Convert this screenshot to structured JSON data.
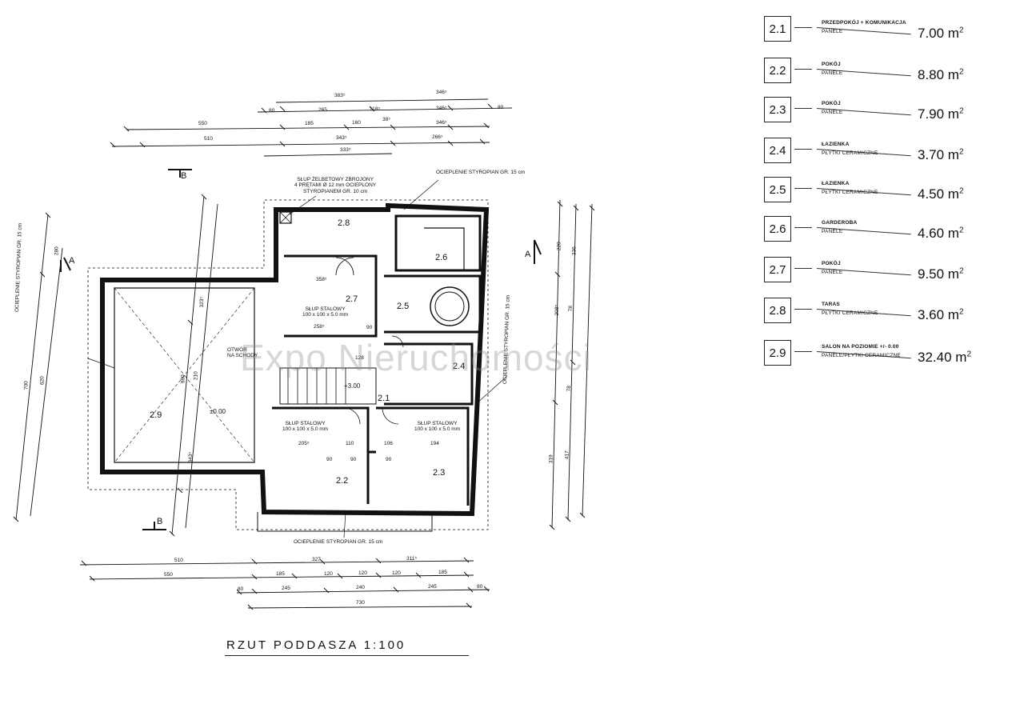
{
  "title": "RZUT PODDASZA 1:100",
  "watermark": "Expo Nieruchomości",
  "rooms": [
    {
      "num": "2.1",
      "name": "PRZEDPOKÓJ + KOMUNIKACJA",
      "floor": "PANELE",
      "area": "7.00 m",
      "unit_sup": "2"
    },
    {
      "num": "2.2",
      "name": "POKÓJ",
      "floor": "PANELE",
      "area": "8.80 m",
      "unit_sup": "2"
    },
    {
      "num": "2.3",
      "name": "POKÓJ",
      "floor": "PANELE",
      "area": "7.90 m",
      "unit_sup": "2"
    },
    {
      "num": "2.4",
      "name": "ŁAZIENKA",
      "floor": "PŁYTKI CERAMICZNE",
      "area": "3.70 m",
      "unit_sup": "2"
    },
    {
      "num": "2.5",
      "name": "ŁAZIENKA",
      "floor": "PŁYTKI CERAMICZNE",
      "area": "4.50 m",
      "unit_sup": "2"
    },
    {
      "num": "2.6",
      "name": "GARDEROBA",
      "floor": "PANELE",
      "area": "4.60 m",
      "unit_sup": "2"
    },
    {
      "num": "2.7",
      "name": "POKÓJ",
      "floor": "PANELE",
      "area": "9.50 m",
      "unit_sup": "2"
    },
    {
      "num": "2.8",
      "name": "TARAS",
      "floor": "PŁYTKI CERAMICZNE",
      "area": "3.60 m",
      "unit_sup": "2"
    },
    {
      "num": "2.9",
      "name": "SALON NA POZIOMIE +/- 0.00",
      "floor": "PANELE/PŁYTKI CERAMICZNE",
      "area": "32.40 m",
      "unit_sup": "2"
    }
  ],
  "annotations": {
    "column_concrete": "SŁUP ŻELBETOWY ZBROJONY\n4 PRĘTAMI Ø 12 mm OCIEPLONY\nSTYROPIANEM GR. 10 cm",
    "insulation_top": "OCIEPLENIE STYROPIAN GR. 15 cm",
    "insulation_bottom": "OCIEPLENIE STYROPIAN GR. 15 cm",
    "insulation_left": "OCIEPLENIE STYROPIAN GR. 15 cm",
    "insulation_right": "OCIEPLENIE STYROPIAN GR. 15 cm",
    "steel_column_1": "SŁUP STALOWY\n100 x 100 x 5.0 mm",
    "steel_column_2": "SŁUP STALOWY\n100 x 100 x 5.0 mm",
    "steel_column_3": "SŁUP STALOWY\n100 x 100 x 5.0 mm",
    "opening": "OTWÓR\nNA SCHODY",
    "level": "+3.00",
    "level_salon": "±0.00"
  },
  "plan_labels": [
    "2.8",
    "2.6",
    "2.7",
    "2.5",
    "2.4",
    "2.1",
    "2.2",
    "2.3",
    "2.9"
  ],
  "section_marks": [
    "A",
    "A",
    "B",
    "B"
  ],
  "dims_top": [
    "383⁵",
    "346⁵",
    "80",
    "265",
    "118⁵",
    "346⁵",
    "80",
    "550",
    "185",
    "160",
    "38⁵",
    "346⁵",
    "510",
    "343⁵",
    "266⁵",
    "333⁵"
  ],
  "dims_bottom_1": [
    "510",
    "327",
    "311⁵"
  ],
  "dims_bottom_2": [
    "550",
    "185",
    "120",
    "120",
    "120",
    "185"
  ],
  "dims_bottom_3": [
    "80",
    "245",
    "240",
    "245",
    "80"
  ],
  "dims_bottom_4": [
    "730"
  ],
  "dims_left": [
    "700",
    "620",
    "280",
    "980",
    "323⁵",
    "210",
    "343⁵"
  ],
  "dims_right": [
    "220",
    "336",
    "208⁵",
    "78",
    "319",
    "417",
    "78"
  ],
  "dims_inside": [
    "358⁵",
    "258⁵",
    "205⁵",
    "110",
    "106",
    "194",
    "128",
    "90",
    "90",
    "90",
    "90"
  ]
}
